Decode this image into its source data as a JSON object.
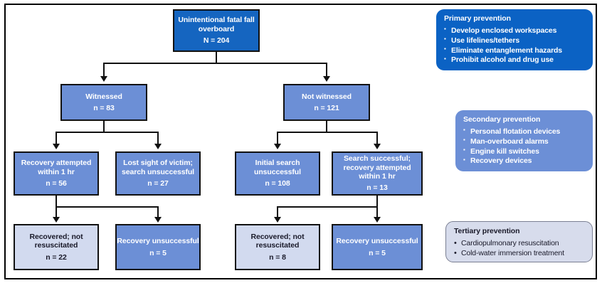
{
  "diagram": {
    "title": "Unintentional fatal fall overboard flowchart",
    "colors": {
      "dark_blue": "#1565C0",
      "medium_blue": "#6C8FD6",
      "light_blue": "#D2DAEF",
      "panel_primary": "#0B62C4",
      "panel_secondary": "#6C8FD6",
      "panel_tertiary": "#D7DCEC",
      "line": "#111111"
    },
    "nodes": {
      "root": {
        "title": "Unintentional fatal fall overboard",
        "count": "N = 204"
      },
      "witnessed": {
        "title": "Witnessed",
        "count": "n = 83"
      },
      "not_witnessed": {
        "title": "Not witnessed",
        "count": "n = 121"
      },
      "recovery_attempted": {
        "title": "Recovery attempted within 1 hr",
        "count": "n = 56"
      },
      "lost_sight": {
        "title": "Lost sight of victim; search unsuccessful",
        "count": "n = 27"
      },
      "initial_search": {
        "title": "Initial search unsuccessful",
        "count": "n = 108"
      },
      "search_successful": {
        "title": "Search successful; recovery attempted within 1 hr",
        "count": "n = 13"
      },
      "recovered_left": {
        "title": "Recovered; not resuscitated",
        "count": "n = 22"
      },
      "unsuccessful_left": {
        "title": "Recovery unsuccessful",
        "count": "n = 5"
      },
      "recovered_right": {
        "title": "Recovered; not resuscitated",
        "count": "n = 8"
      },
      "unsuccessful_right": {
        "title": "Recovery unsuccessful",
        "count": "n = 5"
      }
    }
  },
  "panels": {
    "primary": {
      "heading": "Primary prevention",
      "items": [
        "Develop enclosed workspaces",
        "Use lifelines/tethers",
        "Eliminate entanglement hazards",
        "Prohibit alcohol and drug use"
      ]
    },
    "secondary": {
      "heading": "Secondary prevention",
      "items": [
        "Personal flotation devices",
        "Man-overboard alarms",
        "Engine kill switches",
        "Recovery devices"
      ]
    },
    "tertiary": {
      "heading": "Tertiary prevention",
      "items": [
        "Cardiopulmonary resuscitation",
        "Cold-water immersion treatment"
      ]
    }
  }
}
